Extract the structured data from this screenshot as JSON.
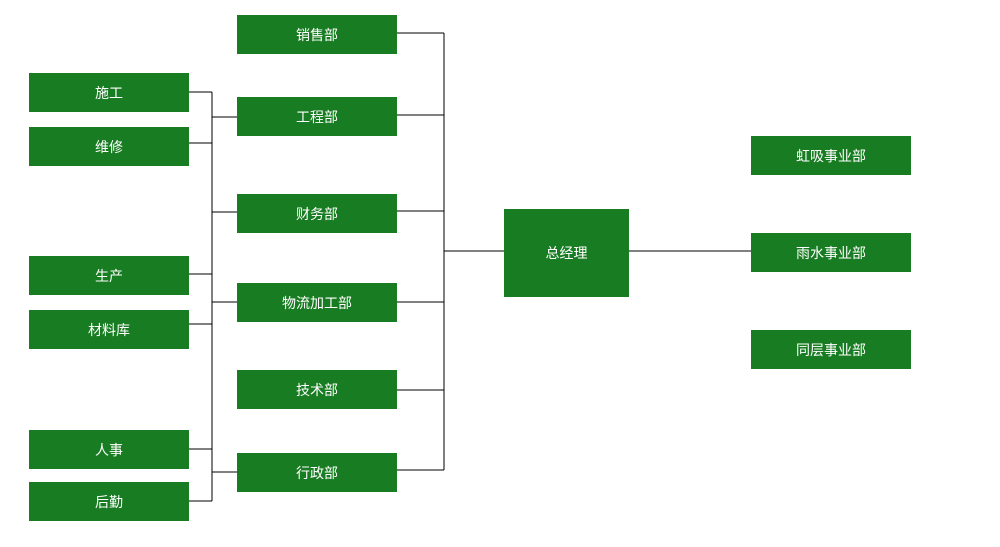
{
  "root": "总经理",
  "departments": [
    "销售部",
    "工程部",
    "财务部",
    "物流加工部",
    "技术部",
    "行政部"
  ],
  "sub_units": [
    "施工",
    "维修",
    "生产",
    "材料库",
    "人事",
    "后勤"
  ],
  "business_units": [
    "虹吸事业部",
    "雨水事业部",
    "同层事业部"
  ],
  "box_color": "#187c22"
}
